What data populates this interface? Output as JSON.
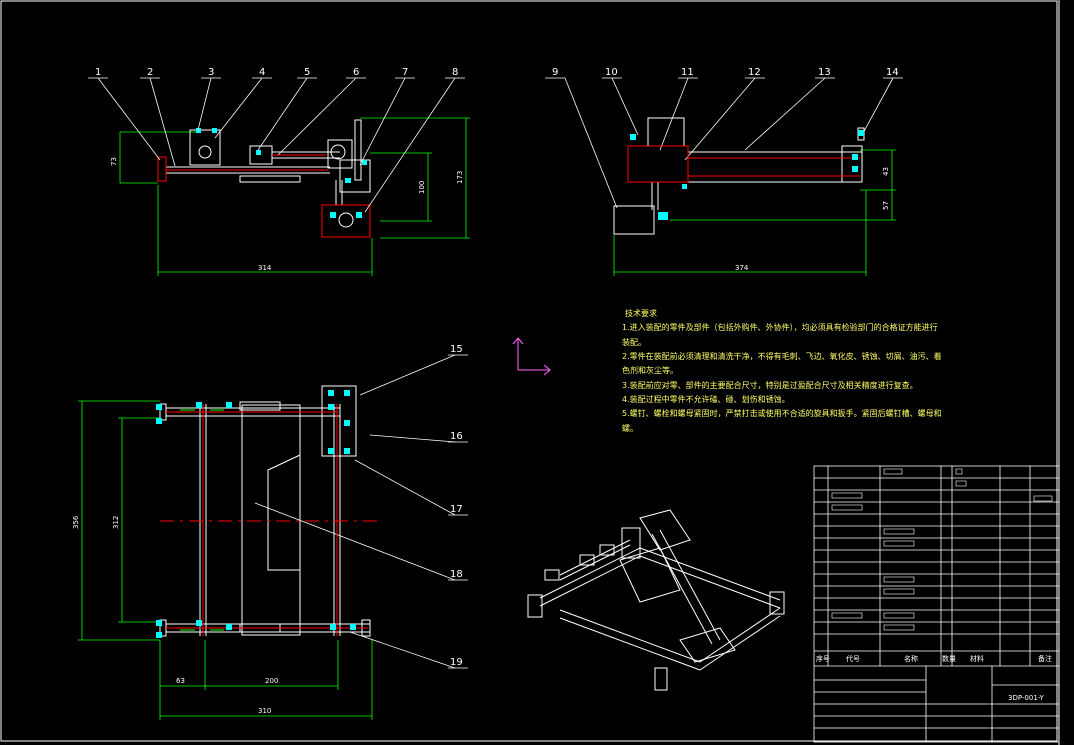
{
  "drawing": {
    "background": "#000000",
    "line_color": "#ffffff",
    "dimension_color": "#00ff00",
    "centerline_color": "#ff0000",
    "hole_color": "#00ffff",
    "accent_color": "#ff66ff",
    "notes_color": "#ffff66"
  },
  "part_labels": [
    "1",
    "2",
    "3",
    "4",
    "5",
    "6",
    "7",
    "8",
    "9",
    "10",
    "11",
    "12",
    "13",
    "14",
    "15",
    "16",
    "17",
    "18",
    "19"
  ],
  "dimensions": {
    "left_width": "314",
    "left_height_a": "73",
    "left_height_b": "100",
    "left_height_c": "173",
    "right_width": "374",
    "right_height_a": "43",
    "right_height_b": "57",
    "bottom_height_a": "356",
    "bottom_height_b": "312",
    "bottom_width_a": "63",
    "bottom_width_b": "200",
    "bottom_width_c": "310"
  },
  "notes": {
    "title": "技术要求",
    "lines": [
      "1.进入装配的零件及部件（包括外购件、外协件），均必须具有检验部门的合格证方能进行",
      "装配。",
      "2.零件在装配前必须清理和清洗干净，不得有毛刺、飞边、氧化皮、锈蚀、切屑、油污、着",
      "色剂和灰尘等。",
      "3.装配前应对零、部件的主要配合尺寸，特别是过盈配合尺寸及相关精度进行复查。",
      "4.装配过程中零件不允许磕、碰、划伤和锈蚀。",
      "5.螺钉、螺栓和螺母紧固时，严禁打击或使用不合适的旋具和扳手。紧固后螺钉槽、螺母和",
      "螺。"
    ]
  },
  "title_block": {
    "drawing_number": "3DP-001-Y",
    "col_headers": [
      "序号",
      "代号",
      "名称",
      "数量",
      "材料",
      "备注"
    ]
  }
}
